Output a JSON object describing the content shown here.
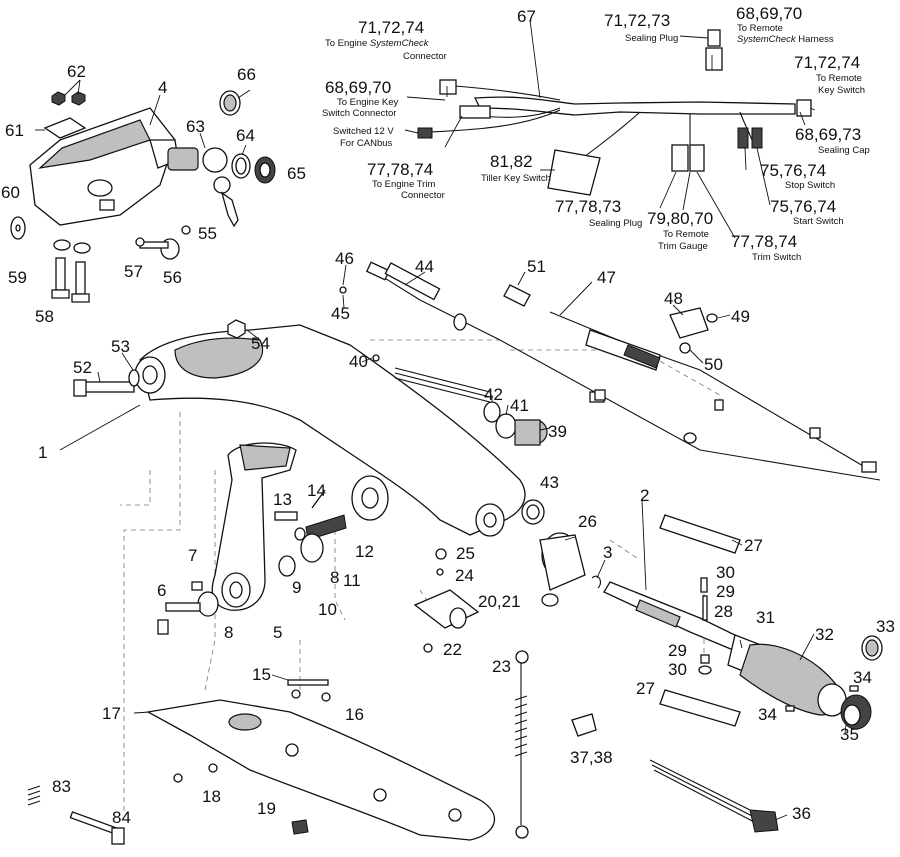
{
  "labels": {
    "p1": "1",
    "p2": "2",
    "p3": "3",
    "p4": "4",
    "p5": "5",
    "p6": "6",
    "p7": "7",
    "p8a": "8",
    "p8b": "8",
    "p9": "9",
    "p10": "10",
    "p11": "11",
    "p12": "12",
    "p13": "13",
    "p14": "14",
    "p15": "15",
    "p16": "16",
    "p17": "17",
    "p18": "18",
    "p19": "19",
    "p20": "20,21",
    "p22": "22",
    "p23": "23",
    "p24": "24",
    "p25": "25",
    "p26": "26",
    "p27a": "27",
    "p27b": "27",
    "p28": "28",
    "p29a": "29",
    "p29b": "29",
    "p30a": "30",
    "p30b": "30",
    "p31": "31",
    "p32": "32",
    "p33": "33",
    "p34a": "34",
    "p34b": "34",
    "p35": "35",
    "p36": "36",
    "p37": "37,38",
    "p39": "39",
    "p40": "40",
    "p41": "41",
    "p42": "42",
    "p43": "43",
    "p44": "44",
    "p45": "45",
    "p46": "46",
    "p47": "47",
    "p48": "48",
    "p49": "49",
    "p50": "50",
    "p51": "51",
    "p52": "52",
    "p53": "53",
    "p54": "54",
    "p55": "55",
    "p56": "56",
    "p57": "57",
    "p58": "58",
    "p59": "59",
    "p60": "60",
    "p61": "61",
    "p62": "62",
    "p63": "63",
    "p64": "64",
    "p65": "65",
    "p66": "66",
    "p67": "67",
    "p83": "83",
    "p84": "84",
    "h1": "71,72,74",
    "h2": "68,69,70",
    "h3": "77,78,74",
    "h4": "81,82",
    "h5": "71,72,73",
    "h6": "68,69,70",
    "h7": "71,72,74",
    "h8": "68,69,73",
    "h9": "75,76,74",
    "h10": "75,76,74",
    "h11": "77,78,73",
    "h12": "79,80,70",
    "h13": "77,78,74"
  },
  "captions": {
    "c1a": "To Engine ",
    "c1b": "SystemCheck",
    "c1c": "Connector",
    "c2a": "To Engine Key",
    "c2b": "Switch Connector",
    "c3a": "Switched 12 V",
    "c3b": "For CANbus",
    "c4a": "To Engine Trim",
    "c4b": "Connector",
    "c5": "Tiller Key Switch",
    "c6": "Sealing Plug",
    "c7a": "To Remote",
    "c7b": "SystemCheck",
    "c7c": " Harness",
    "c8a": "To Remote",
    "c8b": "Key Switch",
    "c9": "Sealing Cap",
    "c10": "Stop Switch",
    "c11": "Start Switch",
    "c12": "Sealing Plug",
    "c13a": "To Remote",
    "c13b": "Trim Gauge",
    "c14": "Trim Switch"
  }
}
